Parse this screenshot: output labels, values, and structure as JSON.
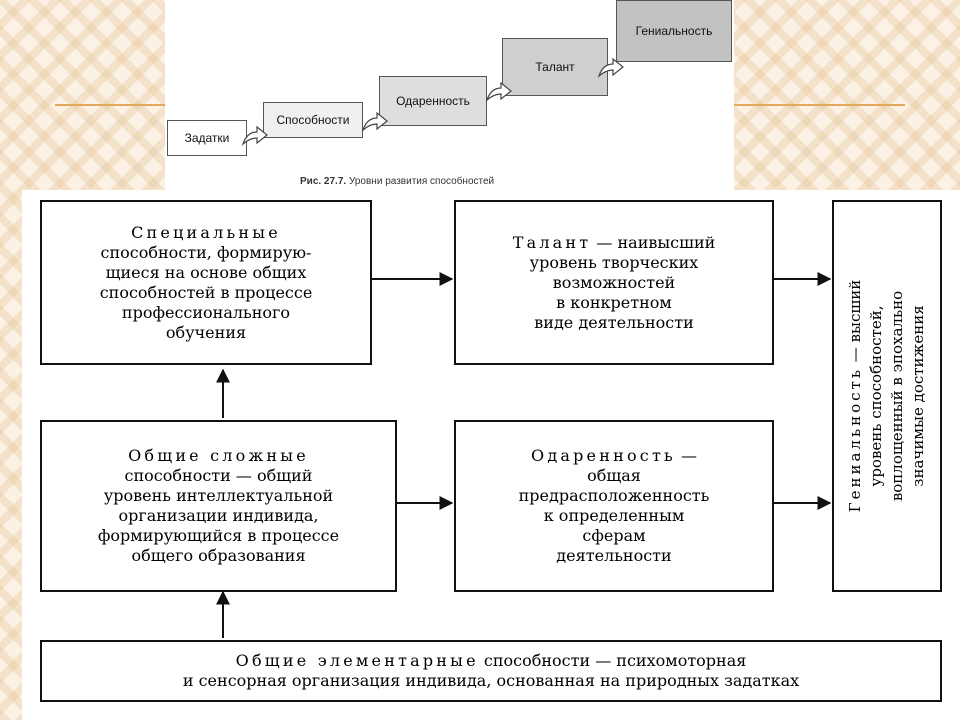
{
  "top_figure": {
    "steps": [
      {
        "label": "Задатки"
      },
      {
        "label": "Способности"
      },
      {
        "label": "Одаренность"
      },
      {
        "label": "Талант"
      },
      {
        "label": "Гениальность"
      }
    ],
    "caption_num": "Рис. 27.7.",
    "caption_text": "Уровни развития способностей"
  },
  "boxes": {
    "special": {
      "term": "Специальные",
      "lines": [
        "способности, формирую-",
        "щиеся на основе общих",
        "способностей в процессе",
        "профессионального",
        "обучения"
      ]
    },
    "talent": {
      "term": "Талант",
      "rest": " — наивысший",
      "lines": [
        "уровень творческих",
        "возможностей",
        "в конкретном",
        "виде деятельности"
      ]
    },
    "genius": {
      "term": "Гениальность",
      "rest": " — высший",
      "lines": [
        "уровень способностей,",
        "воплощенный в эпохально",
        "значимые достижения"
      ]
    },
    "general_complex": {
      "term": "Общие сложные",
      "lines": [
        "способности — общий",
        "уровень интеллектуальной",
        "организации индивида,",
        "формирующийся в процессе",
        "общего образования"
      ]
    },
    "giftedness": {
      "term": "Одаренность",
      "rest": " —",
      "lines": [
        "общая",
        "предрасположенность",
        "к определенным",
        "сферам",
        "деятельности"
      ]
    },
    "elementary": {
      "term": "Общие элементарные",
      "rest": " способности — психомоторная",
      "line2": "и сенсорная организация индивида, основанная на природных задатках"
    }
  }
}
